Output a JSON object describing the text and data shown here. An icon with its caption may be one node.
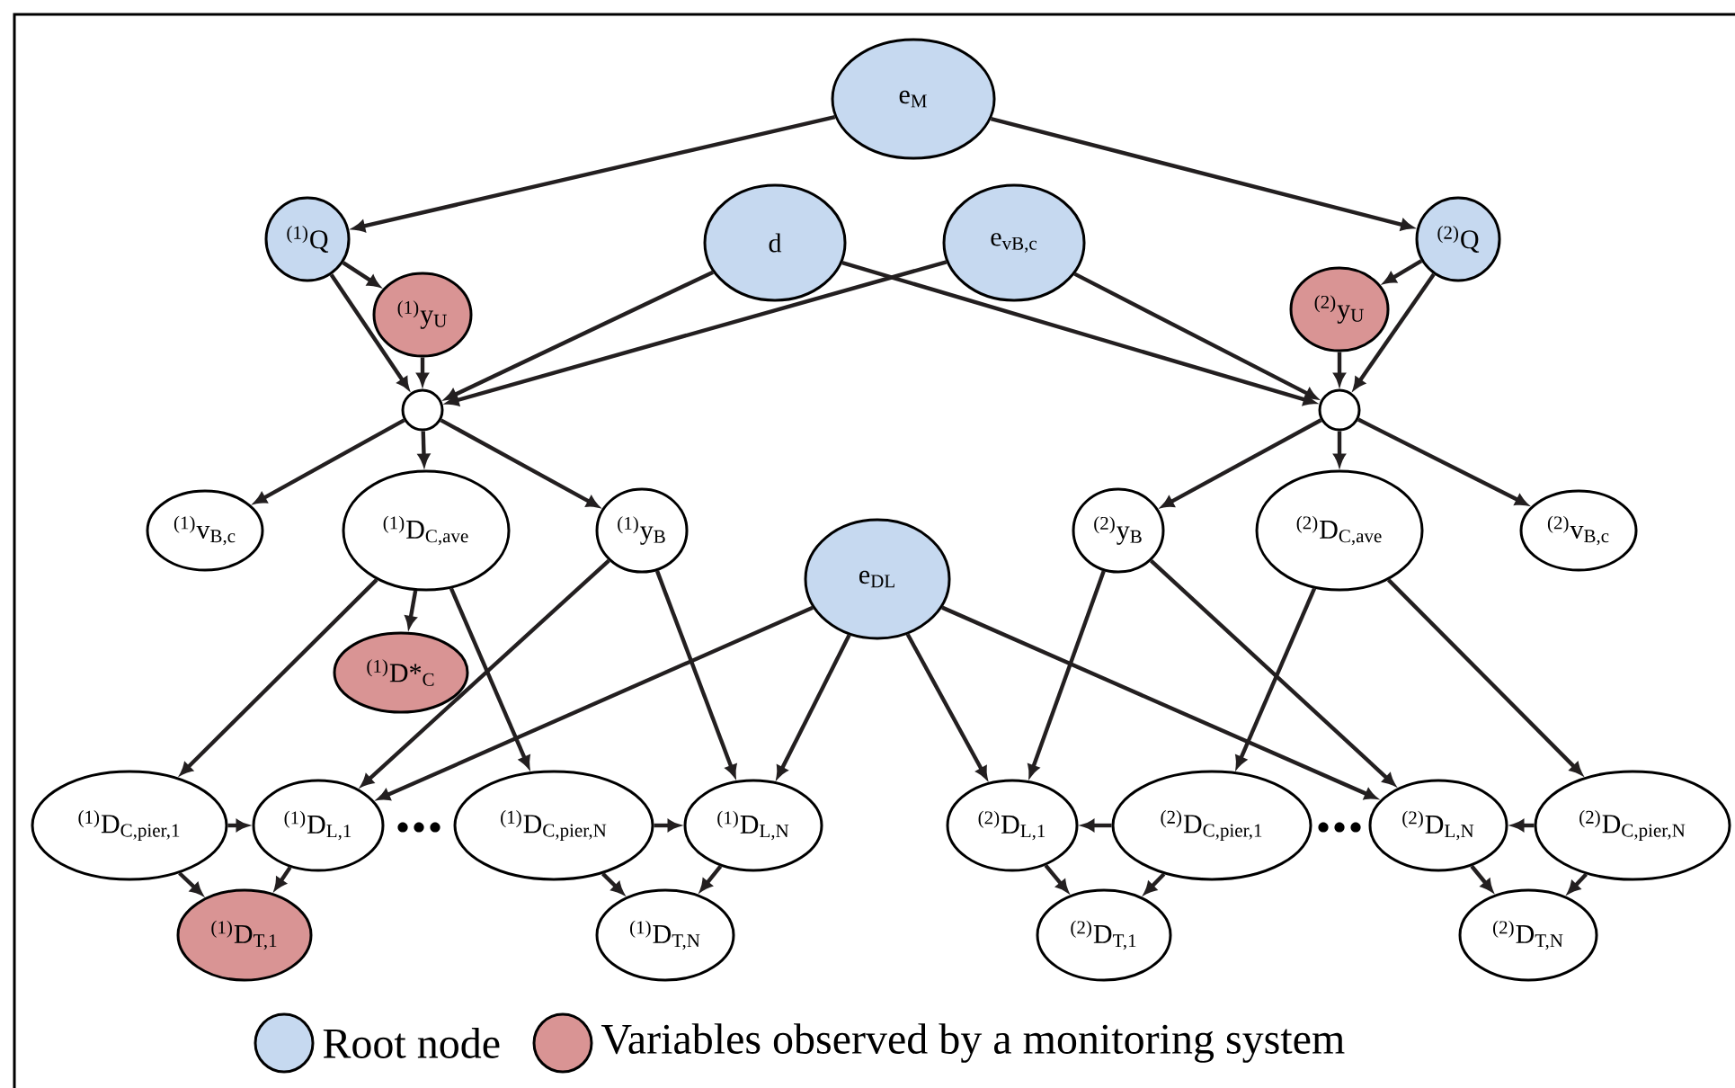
{
  "diagram": {
    "nodes": [
      {
        "text": [
          "e$_{M}$"
        ]
      },
      {
        "text": [
          "$^{(1)}$Q"
        ]
      },
      {
        "text": [
          "d"
        ]
      },
      {
        "text": [
          "e$_{vB,c}$"
        ]
      },
      {
        "text": [
          "$^{(2)}$Q"
        ]
      },
      {
        "text": [
          "$^{(1)}$y$_{U}$"
        ]
      },
      {
        "text": [
          "$^{(2)}$y$_{U}$"
        ]
      },
      {
        "text": [],
        "shape": "circle"
      },
      {
        "text": [],
        "shape": "circle"
      },
      {
        "text": [
          "$^{(1)}$v$_{B,c}$"
        ]
      },
      {
        "text": [
          "$^{(1)}$D$_{C,ave}$"
        ]
      },
      {
        "text": [
          "$^{(1)}$y$_{B}$"
        ]
      },
      {
        "text": [
          "$^{(2)}$y$_{B}$"
        ]
      },
      {
        "text": [
          "$^{(2)}$D$_{C,ave}$"
        ]
      },
      {
        "text": [
          "$^{(2)}$v$_{B,c}$"
        ]
      },
      {
        "text": [
          "e$_{DL}$"
        ]
      },
      {
        "text": [
          "$^{(1)}$D*$_{C}$"
        ]
      },
      {
        "text": [
          "$^{(1)}$D$_{C,pier,1}$"
        ]
      },
      {
        "text": [
          "$^{(1)}$D$_{L,1}$"
        ]
      },
      {
        "text": [
          "$^{(1)}$D$_{C,pier,N}$"
        ]
      },
      {
        "text": [
          "$^{(1)}$D$_{L,N}$"
        ]
      },
      {
        "text": [
          "$^{(1)}$D$_{T,1}$"
        ]
      },
      {
        "text": [
          "$^{(1)}$D$_{T,N}$"
        ]
      },
      {
        "text": [
          "$^{(2)}$D$_{L,1}$"
        ]
      },
      {
        "text": [
          "$^{(2)}$D$_{C,pier,1}$"
        ]
      },
      {
        "text": [
          "$^{(2)}$D$_{L,N}$"
        ]
      },
      {
        "text": [
          "$^{(2)}$D$_{C,pier,N}$"
        ]
      },
      {
        "text": [
          "$^{(2)}$D$_{T,1}$"
        ]
      },
      {
        "text": [
          "$^{(2)}$D$_{T,N}$"
        ]
      }
    ],
    "edges": [
      {
        "from": 0,
        "to": 1,
        "arrow": "to"
      },
      {
        "from": 0,
        "to": 4,
        "arrow": "to"
      },
      {
        "from": 1,
        "to": 5,
        "arrow": "to"
      },
      {
        "from": 1,
        "to": 7,
        "arrow": "to"
      },
      {
        "from": 5,
        "to": 7,
        "arrow": "to"
      },
      {
        "from": 2,
        "to": 7,
        "arrow": "to"
      },
      {
        "from": 3,
        "to": 7,
        "arrow": "to"
      },
      {
        "from": 4,
        "to": 6,
        "arrow": "to"
      },
      {
        "from": 4,
        "to": 8,
        "arrow": "to"
      },
      {
        "from": 6,
        "to": 8,
        "arrow": "to"
      },
      {
        "from": 2,
        "to": 8,
        "arrow": "to"
      },
      {
        "from": 3,
        "to": 8,
        "arrow": "to"
      },
      {
        "from": 7,
        "to": 9,
        "arrow": "to"
      },
      {
        "from": 7,
        "to": 10,
        "arrow": "to"
      },
      {
        "from": 7,
        "to": 11,
        "arrow": "to"
      },
      {
        "from": 8,
        "to": 12,
        "arrow": "to"
      },
      {
        "from": 8,
        "to": 13,
        "arrow": "to"
      },
      {
        "from": 8,
        "to": 14,
        "arrow": "to"
      },
      {
        "from": 10,
        "to": 16,
        "arrow": "to"
      },
      {
        "from": 10,
        "to": 17,
        "arrow": "to"
      },
      {
        "from": 10,
        "to": 19,
        "arrow": "to"
      },
      {
        "from": 11,
        "to": 18,
        "arrow": "to"
      },
      {
        "from": 11,
        "to": 20,
        "arrow": "to"
      },
      {
        "from": 15,
        "to": 18,
        "arrow": "to"
      },
      {
        "from": 15,
        "to": 20,
        "arrow": "to"
      },
      {
        "from": 15,
        "to": 23,
        "arrow": "to"
      },
      {
        "from": 15,
        "to": 25,
        "arrow": "to"
      },
      {
        "from": 17,
        "to": 18,
        "arrow": "to"
      },
      {
        "from": 17,
        "to": 21,
        "arrow": "to"
      },
      {
        "from": 18,
        "to": 21,
        "arrow": "to"
      },
      {
        "from": 19,
        "to": 20,
        "arrow": "to"
      },
      {
        "from": 19,
        "to": 22,
        "arrow": "to"
      },
      {
        "from": 20,
        "to": 22,
        "arrow": "to"
      },
      {
        "from": 12,
        "to": 23,
        "arrow": "to"
      },
      {
        "from": 12,
        "to": 25,
        "arrow": "to"
      },
      {
        "from": 13,
        "to": 24,
        "arrow": "to"
      },
      {
        "from": 13,
        "to": 26,
        "arrow": "to"
      },
      {
        "from": 24,
        "to": 23,
        "arrow": "to"
      },
      {
        "from": 24,
        "to": 27,
        "arrow": "to"
      },
      {
        "from": 23,
        "to": 27,
        "arrow": "to"
      },
      {
        "from": 26,
        "to": 25,
        "arrow": "to"
      },
      {
        "from": 26,
        "to": 28,
        "arrow": "to"
      },
      {
        "from": 25,
        "to": 28,
        "arrow": "to"
      }
    ],
    "legend": [
      {
        "text": "Root node",
        "color": "#c6d9f0"
      },
      {
        "text": "Variables observed by a monitoring system",
        "color": "#d99494"
      }
    ]
  }
}
